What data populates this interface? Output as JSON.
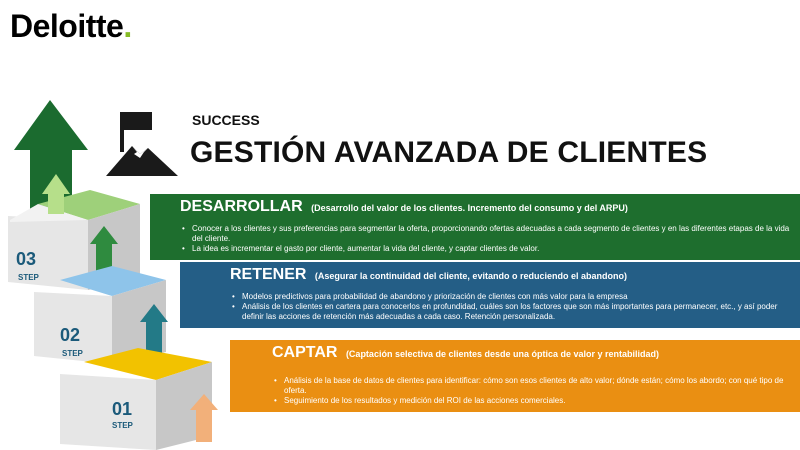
{
  "logo": {
    "text": "Deloitte",
    "dot": "."
  },
  "header": {
    "kicker": "SUCCESS",
    "title": "GESTIÓN AVANZADA DE CLIENTES"
  },
  "steps": [
    {
      "number": "03",
      "label": "STEP"
    },
    {
      "number": "02",
      "label": "STEP"
    },
    {
      "number": "01",
      "label": "STEP"
    }
  ],
  "bands": {
    "develop": {
      "title": "DESARROLLAR",
      "subtitle": "(Desarrollo del valor de los clientes. Incremento del consumo y del ARPU)",
      "bullets": [
        "Conocer a los clientes y sus preferencias para segmentar la oferta, proporcionando ofertas adecuadas a cada segmento de clientes y en las diferentes etapas de la vida del cliente.",
        "La idea es incrementar el gasto por cliente, aumentar la vida del cliente, y captar clientes de valor."
      ]
    },
    "retain": {
      "title": "RETENER",
      "subtitle": "(Asegurar la continuidad del cliente, evitando o reduciendo el abandono)",
      "bullets": [
        "Modelos predictivos para probabilidad de abandono y priorización de clientes con más valor para la empresa",
        "Análisis de los clientes en cartera para conocerlos en profundidad, cuáles son los factores que son más importantes para permanecer, etc., y así poder definir las acciones de retención más adecuadas a cada caso. Retención personalizada."
      ]
    },
    "capture": {
      "title": "CAPTAR",
      "subtitle": "(Captación selectiva de clientes desde una óptica de valor y rentabilidad)",
      "bullets": [
        "Análisis de la base de datos de clientes para identificar: cómo son esos clientes de alto valor; dónde están; cómo los abordo; con qué tipo de oferta.",
        "Seguimiento de los resultados y medición del ROI de las acciones comerciales."
      ]
    }
  },
  "colors": {
    "brand_dot": "#86bc25",
    "develop": "#1e6e2e",
    "retain": "#245e86",
    "capture": "#ea8f12"
  },
  "icons": [
    "flag-on-summit-icon",
    "arrow-up-icon"
  ]
}
